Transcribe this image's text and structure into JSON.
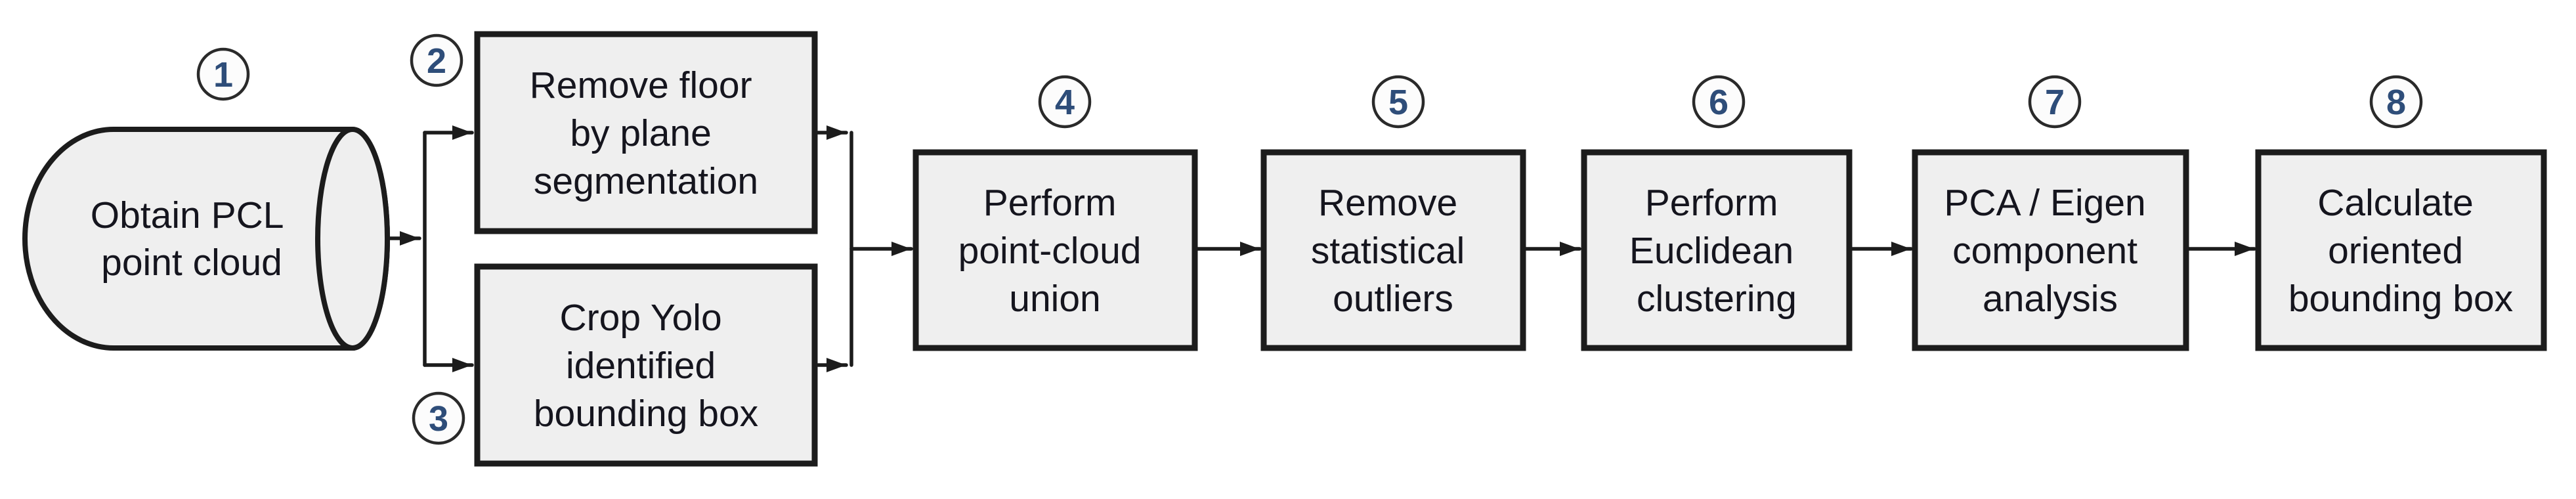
{
  "diagram": {
    "type": "flowchart",
    "direction": "left-to-right",
    "colors": {
      "background": "#ffffff",
      "node_fill": "#efefef",
      "node_border": "#1c1c1c",
      "text": "#15151e",
      "connector": "#1c1c1c",
      "badge_fill": "#fcfcfc",
      "badge_number": "#2e4d79"
    },
    "nodes": [
      {
        "badge": "1",
        "shape": "cylinder",
        "lines": [
          "Obtain PCL",
          "point cloud"
        ]
      },
      {
        "badge": "2",
        "shape": "process",
        "lines": [
          "Remove floor",
          "by plane",
          "segmentation"
        ]
      },
      {
        "badge": "3",
        "shape": "process",
        "lines": [
          "Crop Yolo",
          "identified",
          "bounding box"
        ]
      },
      {
        "badge": "4",
        "shape": "process",
        "lines": [
          "Perform",
          "point-cloud",
          "union"
        ]
      },
      {
        "badge": "5",
        "shape": "process",
        "lines": [
          "Remove",
          "statistical",
          "outliers"
        ]
      },
      {
        "badge": "6",
        "shape": "process",
        "lines": [
          "Perform",
          "Euclidean",
          "clustering"
        ]
      },
      {
        "badge": "7",
        "shape": "process",
        "lines": [
          "PCA / Eigen",
          "component",
          "analysis"
        ]
      },
      {
        "badge": "8",
        "shape": "process",
        "lines": [
          "Calculate",
          "oriented",
          "bounding box"
        ]
      }
    ],
    "edges": [
      {
        "from": "1",
        "to": "2"
      },
      {
        "from": "1",
        "to": "3"
      },
      {
        "from": "2",
        "to": "4"
      },
      {
        "from": "3",
        "to": "4"
      },
      {
        "from": "4",
        "to": "5"
      },
      {
        "from": "5",
        "to": "6"
      },
      {
        "from": "6",
        "to": "7"
      },
      {
        "from": "7",
        "to": "8"
      }
    ]
  }
}
